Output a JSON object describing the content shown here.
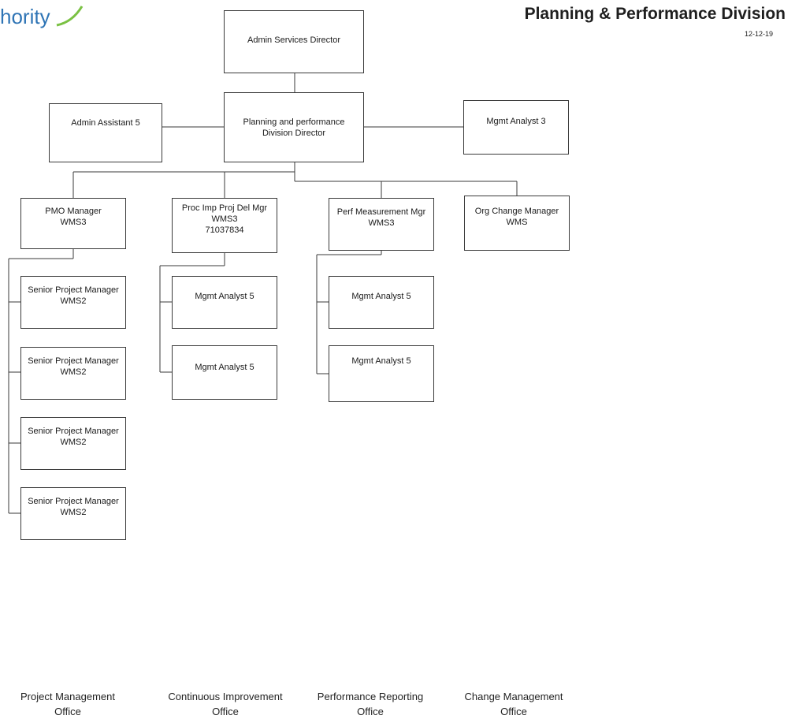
{
  "header": {
    "logo_text": "hority",
    "title": "Planning & Performance Division",
    "date": "12-12-19"
  },
  "nodes": {
    "admin_services_director": [
      "Admin Services Director"
    ],
    "division_director": [
      "Planning and performance",
      "Division Director"
    ],
    "admin_assistant": [
      "Admin Assistant 5"
    ],
    "mgmt_analyst_3": [
      "Mgmt Analyst 3"
    ],
    "pmo_manager": [
      "PMO Manager",
      "WMS3"
    ],
    "proc_imp_mgr": [
      "Proc Imp Proj Del Mgr",
      "WMS3",
      "71037834"
    ],
    "perf_measurement_mgr": [
      "Perf Measurement Mgr",
      "WMS3"
    ],
    "org_change_manager": [
      "Org Change Manager",
      "WMS"
    ],
    "spm_1": [
      "Senior Project Manager",
      "WMS2"
    ],
    "spm_2": [
      "Senior Project Manager",
      "WMS2"
    ],
    "spm_3": [
      "Senior Project Manager",
      "WMS2"
    ],
    "spm_4": [
      "Senior Project Manager",
      "WMS2"
    ],
    "ci_analyst_1": [
      "Mgmt Analyst 5"
    ],
    "ci_analyst_2": [
      "Mgmt Analyst 5"
    ],
    "pr_analyst_1": [
      "Mgmt Analyst 5"
    ],
    "pr_analyst_2": [
      "Mgmt Analyst 5"
    ]
  },
  "offices": [
    [
      "Project Management",
      "Office"
    ],
    [
      "Continuous Improvement",
      "Office"
    ],
    [
      "Performance Reporting",
      "Office"
    ],
    [
      "Change Management",
      "Office"
    ]
  ]
}
